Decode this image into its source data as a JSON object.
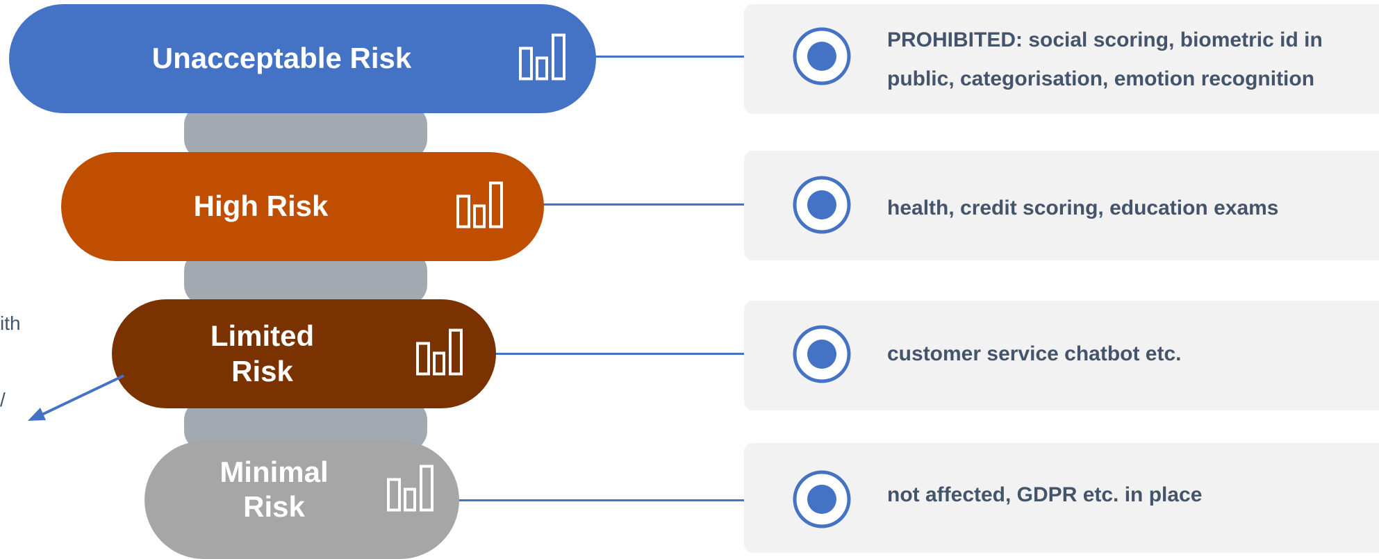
{
  "tiers": [
    {
      "label": "Unacceptable Risk",
      "color": "#4472c4",
      "icon": "bar-chart-icon",
      "description": "PROHIBITED: social scoring, biometric id in public, categorisation, emotion recognition"
    },
    {
      "label": "High Risk",
      "color": "#bf4e00",
      "icon": "bar-chart-icon",
      "description": "health, credit scoring, education exams"
    },
    {
      "label": "Limited Risk",
      "color": "#7a3200",
      "icon": "bar-chart-icon",
      "description": "customer service chatbot etc."
    },
    {
      "label": "Minimal Risk",
      "color": "#a6a6a6",
      "icon": "bar-chart-icon",
      "description": "not affected, GDPR etc. in place"
    }
  ],
  "side_note": {
    "text_1": "ith",
    "text_2": "/"
  },
  "colors": {
    "connector": "#a3a9b1",
    "line": "#4472c4",
    "card": "#f2f2f2",
    "text": "#44546a"
  }
}
